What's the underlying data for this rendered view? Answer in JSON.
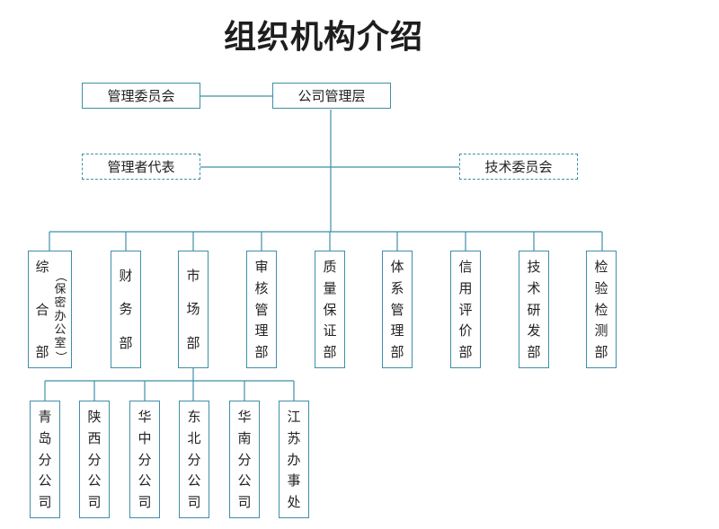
{
  "title": "组织机构介绍",
  "colors": {
    "line": "#3f8fa8",
    "text": "#222222"
  },
  "top": {
    "committee": "管理委员会",
    "management": "公司管理层",
    "rep": "管理者代表",
    "tech_committee": "技术委员会"
  },
  "departments": [
    {
      "chars": [
        "综",
        "合",
        "部"
      ],
      "note_chars": [
        "（",
        "保",
        "密",
        "办",
        "公",
        "室",
        "）"
      ]
    },
    {
      "chars": [
        "财",
        "务",
        "部"
      ]
    },
    {
      "chars": [
        "市",
        "场",
        "部"
      ]
    },
    {
      "chars": [
        "审",
        "核",
        "管",
        "理",
        "部"
      ]
    },
    {
      "chars": [
        "质",
        "量",
        "保",
        "证",
        "部"
      ]
    },
    {
      "chars": [
        "体",
        "系",
        "管",
        "理",
        "部"
      ]
    },
    {
      "chars": [
        "信",
        "用",
        "评",
        "价",
        "部"
      ]
    },
    {
      "chars": [
        "技",
        "术",
        "研",
        "发",
        "部"
      ]
    },
    {
      "chars": [
        "检",
        "验",
        "检",
        "测",
        "部"
      ]
    }
  ],
  "branches": [
    {
      "chars": [
        "青",
        "岛",
        "分",
        "公",
        "司"
      ]
    },
    {
      "chars": [
        "陕",
        "西",
        "分",
        "公",
        "司"
      ]
    },
    {
      "chars": [
        "华",
        "中",
        "分",
        "公",
        "司"
      ]
    },
    {
      "chars": [
        "东",
        "北",
        "分",
        "公",
        "司"
      ]
    },
    {
      "chars": [
        "华",
        "南",
        "分",
        "公",
        "司"
      ]
    },
    {
      "chars": [
        "江",
        "苏",
        "办",
        "事",
        "处"
      ]
    }
  ]
}
